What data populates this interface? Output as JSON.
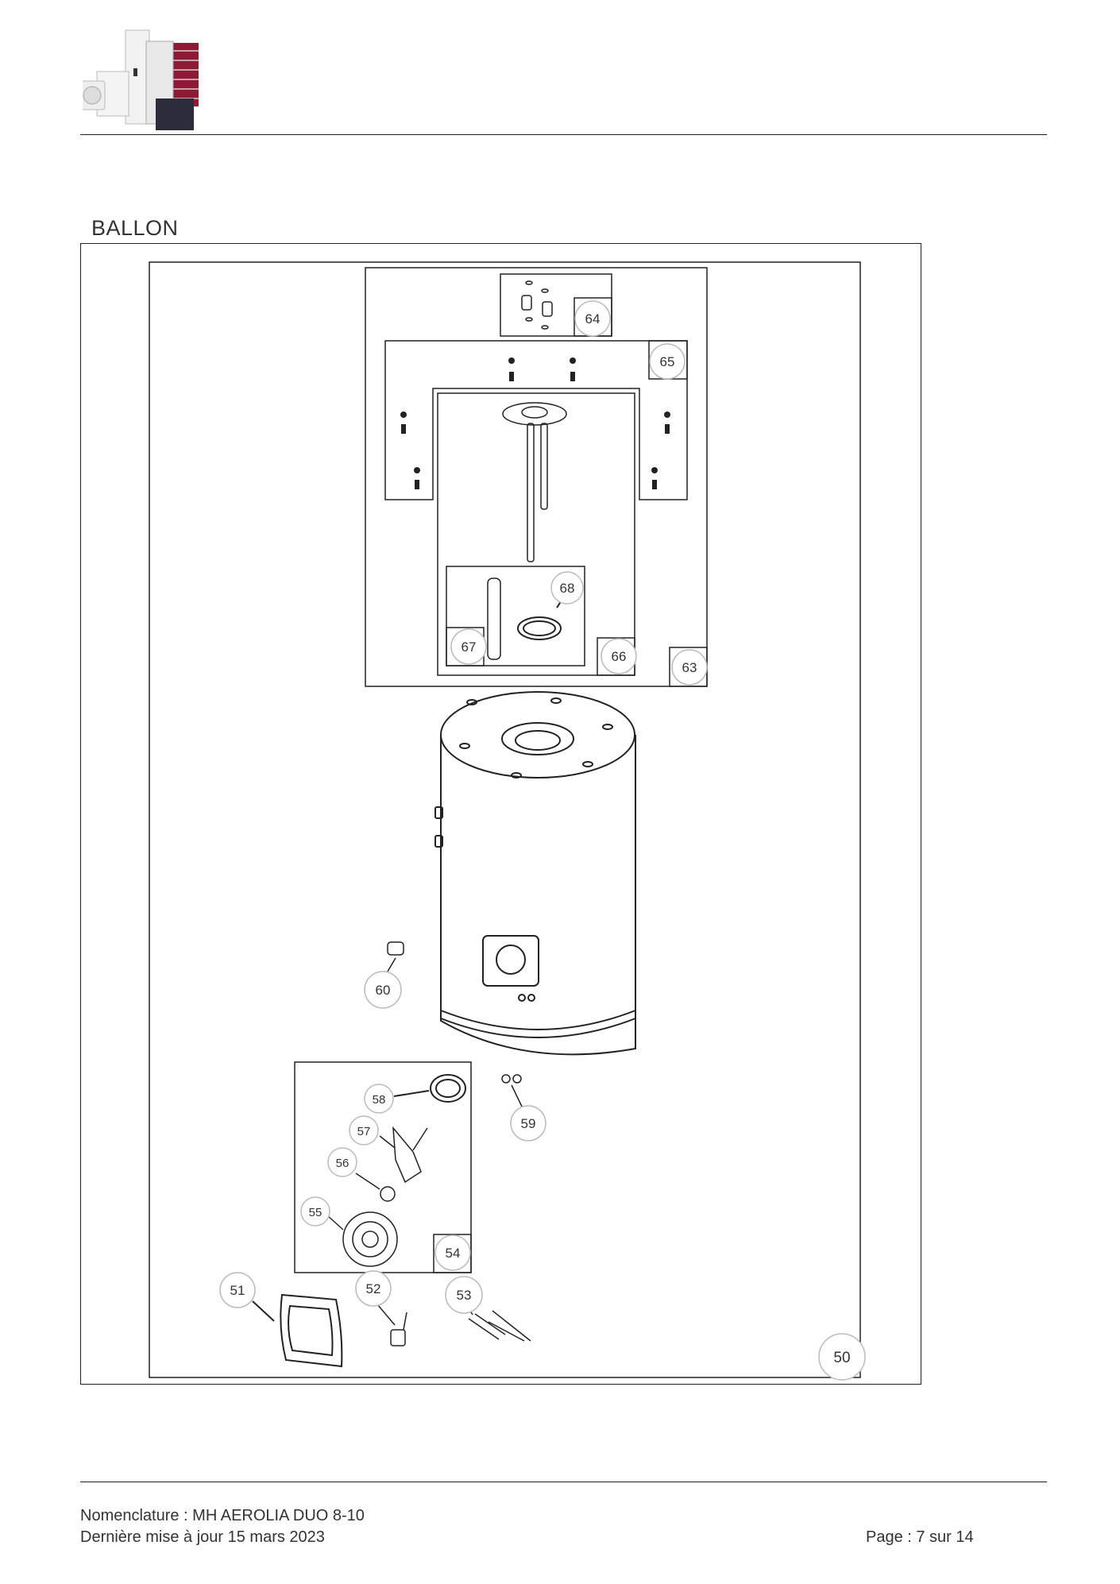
{
  "header": {
    "logo_icon": "heating-products-logo"
  },
  "section": {
    "title": "BALLON"
  },
  "diagram": {
    "callouts": [
      "50",
      "51",
      "52",
      "53",
      "54",
      "55",
      "56",
      "57",
      "58",
      "59",
      "60",
      "63",
      "64",
      "65",
      "66",
      "67",
      "68"
    ]
  },
  "footer": {
    "line1": "Nomenclature : MH AEROLIA DUO 8-10",
    "line2": "Dernière mise à jour 15 mars 2023",
    "page": "Page : 7 sur 14"
  },
  "colors": {
    "accent_red": "#8e1a36",
    "dark_panel": "#2c2c3a",
    "line": "#222222"
  }
}
